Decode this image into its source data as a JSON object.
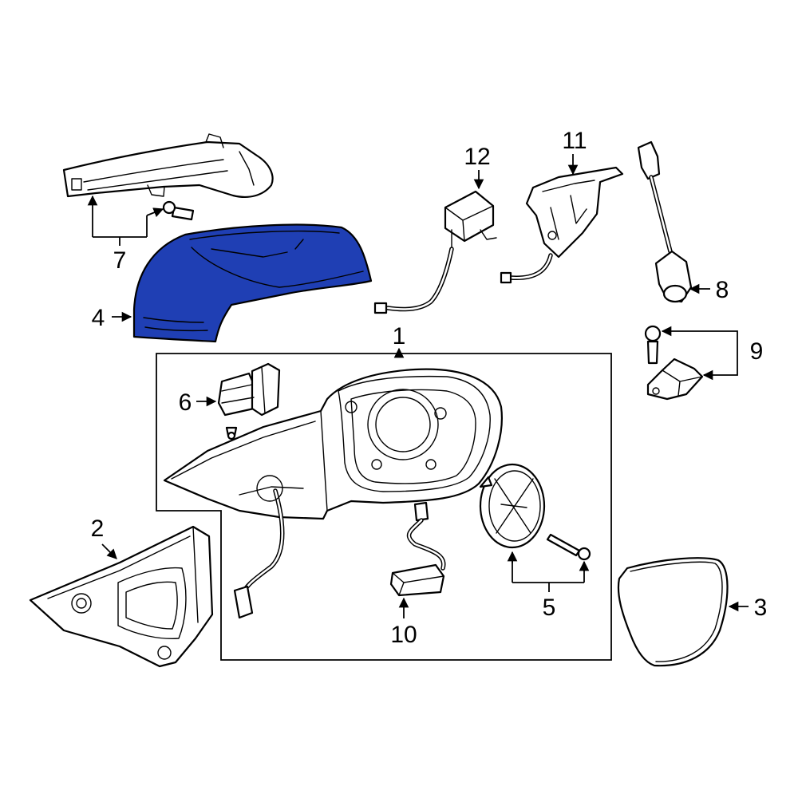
{
  "diagram": {
    "callouts": {
      "c1": "1",
      "c2": "2",
      "c3": "3",
      "c4": "4",
      "c5": "5",
      "c6": "6",
      "c7": "7",
      "c8": "8",
      "c9": "9",
      "c10": "10",
      "c11": "11",
      "c12": "12"
    },
    "colors": {
      "highlight": "#1f3fb4",
      "line": "#000000",
      "background": "#ffffff"
    }
  }
}
